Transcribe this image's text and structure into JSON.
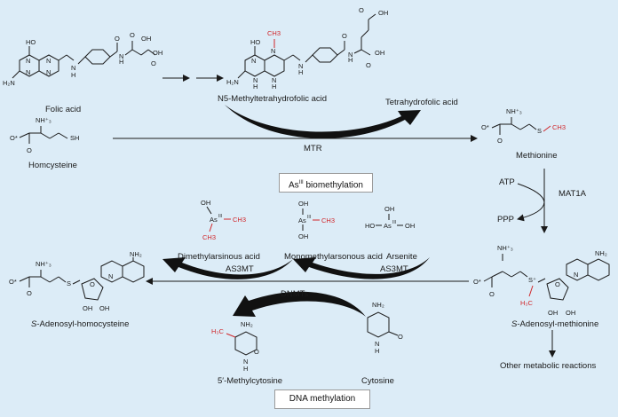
{
  "molecules": {
    "folic_acid": "Folic acid",
    "n5_methyl": "N5-Methyltetrahydrofolic acid",
    "tetrahydrofolic": "Tetrahydrofolic acid",
    "homocysteine": "Homcysteine",
    "methionine": "Methionine",
    "dimethylarsinous": "Dimethylarsinous acid",
    "monomethylarsonous": "Monomethylarsonous acid",
    "arsenite": "Arsenite",
    "sah_prefix": "S",
    "sah_rest": "-Adenosyl-homocysteine",
    "sam_prefix": "S",
    "sam_rest": "-Adenosyl-methionine",
    "methylcytosine": "5′-Methylcytosine",
    "cytosine": "Cytosine",
    "other": "Other metabolic reactions"
  },
  "enzymes": {
    "mtr": "MTR",
    "mat1a": "MAT1A",
    "as3mt_left": "AS3MT",
    "as3mt_right": "AS3MT",
    "dnmts": "DNMTs",
    "atp": "ATP",
    "ppp": "PPP"
  },
  "boxes": {
    "as_bio_prefix": "As",
    "as_bio_sup": "III",
    "as_bio_suffix": " biomethylation",
    "dna": "DNA methylation"
  },
  "colors": {
    "background": "#dcecf7",
    "methyl": "#d0262a",
    "line": "#1a1a1a"
  }
}
